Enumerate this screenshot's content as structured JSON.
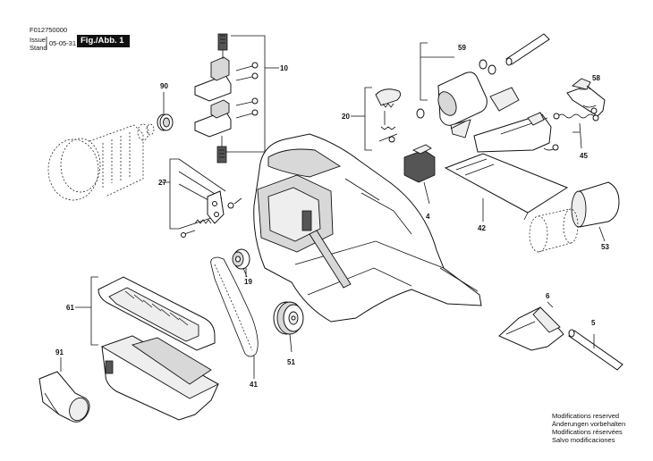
{
  "header": {
    "doc_number": "F012750000",
    "issue_label": "Issue",
    "stand_label": "Stand",
    "date": "05-05-31",
    "figure_label": "Fig./Abb. 1"
  },
  "part_labels": {
    "p4": "4",
    "p5": "5",
    "p6": "6",
    "p10": "10",
    "p19": "19",
    "p20": "20",
    "p27": "27",
    "p41": "41",
    "p42": "42",
    "p45": "45",
    "p51": "51",
    "p53": "53",
    "p58": "58",
    "p59": "59",
    "p61": "61",
    "p90": "90",
    "p91": "91"
  },
  "notes": {
    "line1": "Modifications reserved",
    "line2": "Änderungen vorbehalten",
    "line3": "Modifications réservées",
    "line4": "Salvo modificaciones"
  }
}
